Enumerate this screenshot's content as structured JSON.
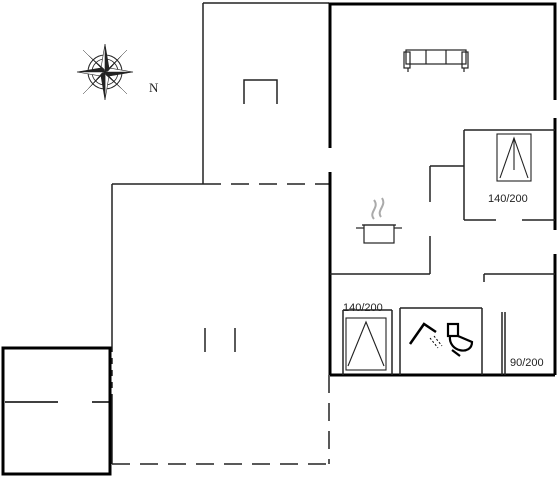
{
  "compass": {
    "icon": "compass-rose-icon",
    "north_label": "N"
  },
  "beds": [
    {
      "room": "bedroom-1",
      "label": "140/200"
    },
    {
      "room": "bedroom-2",
      "label": "140/200"
    },
    {
      "room": "bedroom-3",
      "label": "90/200"
    }
  ],
  "icons": [
    "sofa-icon",
    "cooking-pot-icon",
    "shower-icon",
    "toilet-icon",
    "bed-icon"
  ],
  "colors": {
    "walls": "#000000",
    "fixtures": "#222222",
    "background": "#ffffff"
  }
}
